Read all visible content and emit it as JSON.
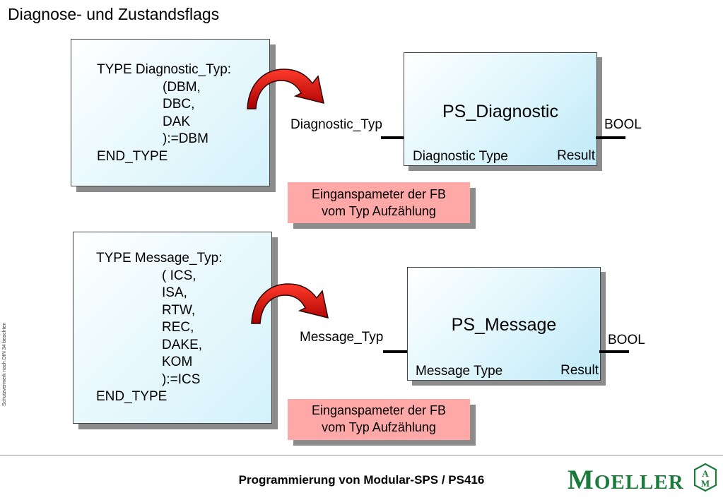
{
  "page_title": "Diagnose- und Zustandsflags",
  "side_note": "Schutzvermerk nach DIN 34 beachten",
  "blocks": [
    {
      "type_lines": [
        "TYPE Diagnostic_Typ:",
        "(DBM,",
        "DBC,",
        "DAK",
        "):=DBM",
        "END_TYPE"
      ],
      "input_label": "Diagnostic_Typ",
      "fb_name": "PS_Diagnostic",
      "fb_input": "Diagnostic Type",
      "fb_output": "Result",
      "output_label": "BOOL",
      "note_line1": "Einganspameter der FB",
      "note_line2": "vom Typ Aufzählung"
    },
    {
      "type_lines": [
        "TYPE Message_Typ:",
        "( ICS,",
        "ISA,",
        "RTW,",
        "REC,",
        "DAKE,",
        "KOM",
        "):=ICS",
        "END_TYPE"
      ],
      "input_label": "Message_Typ",
      "fb_name": "PS_Message",
      "fb_input": "Message Type",
      "fb_output": "Result",
      "output_label": "BOOL",
      "note_line1": "Einganspameter der FB",
      "note_line2": "vom Typ Aufzählung"
    }
  ],
  "footer": "Programmierung von Modular-SPS / PS416",
  "brand": {
    "first": "M",
    "rest": "OELLER",
    "emblem": "AM"
  }
}
